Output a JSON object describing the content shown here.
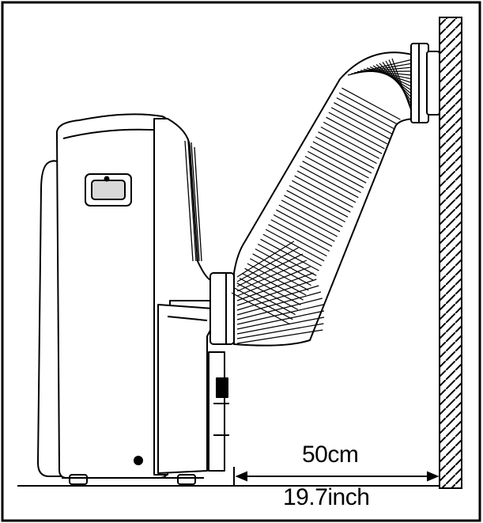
{
  "diagram": {
    "subject": "portable-air-conditioner-exhaust-hose-installation",
    "dimension": {
      "metric": "50cm",
      "imperial": "19.7inch"
    },
    "colors": {
      "line": "#000000",
      "background": "#ffffff",
      "shade": "#d9d9d9"
    }
  }
}
